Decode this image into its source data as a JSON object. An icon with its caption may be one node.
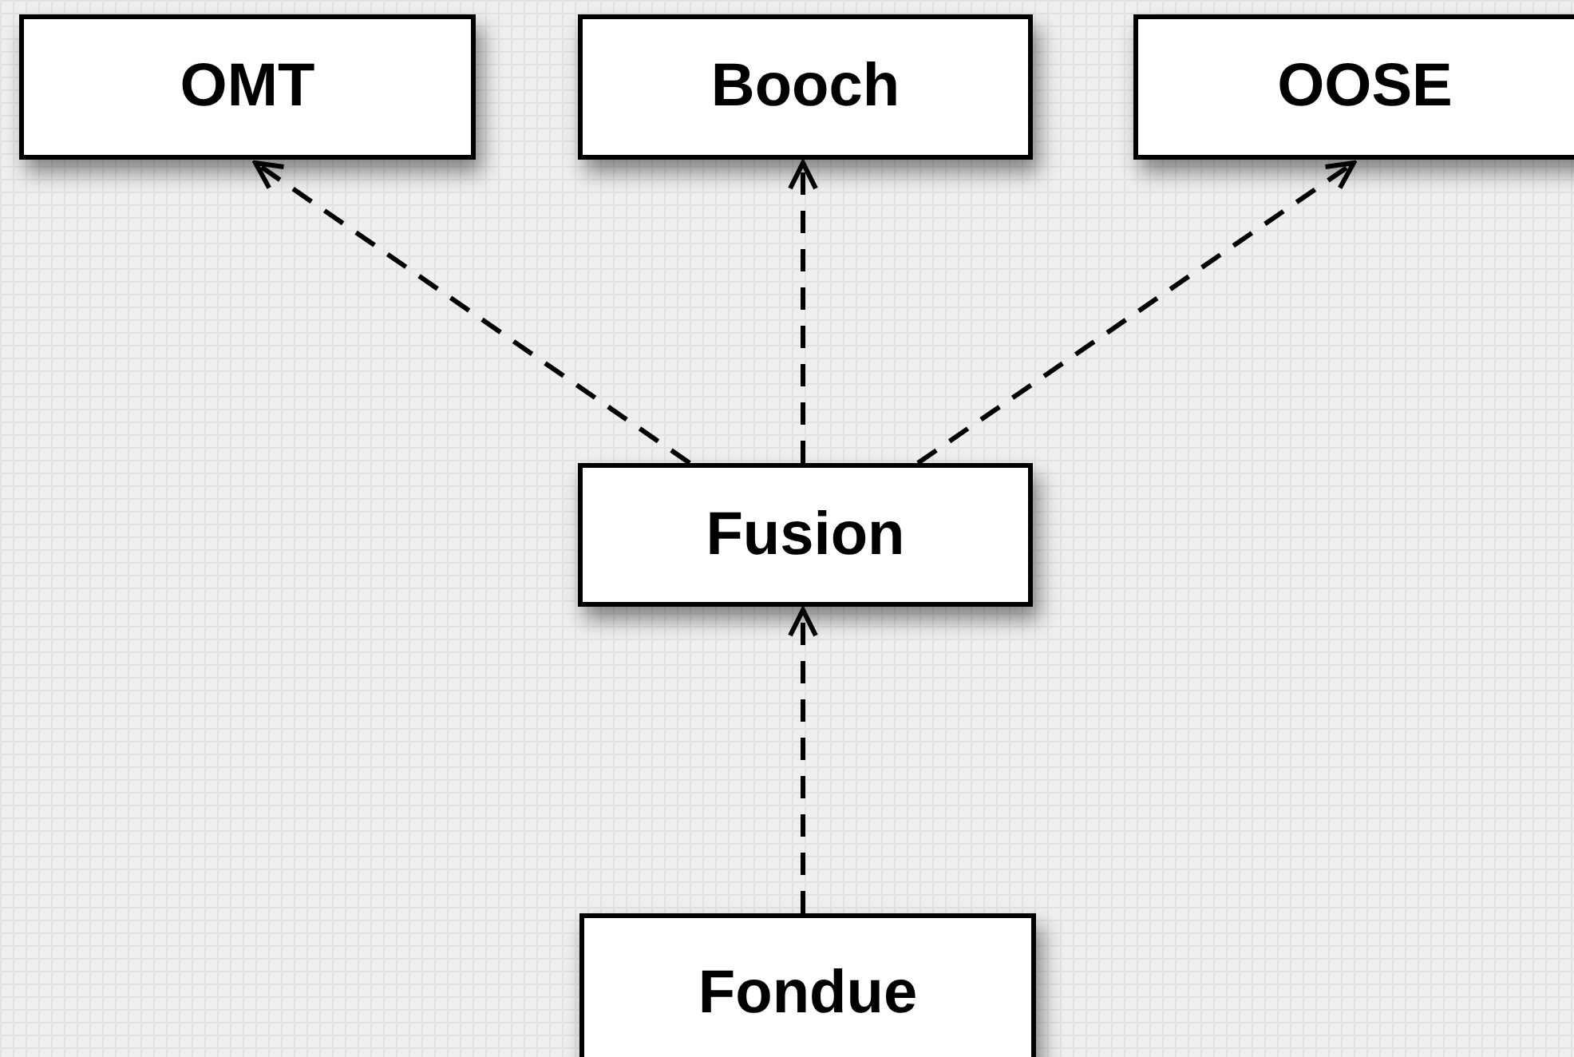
{
  "diagram": {
    "nodes": [
      {
        "text": [
          "OMT"
        ]
      },
      {
        "text": [
          "Booch"
        ]
      },
      {
        "text": [
          "OOSE"
        ]
      },
      {
        "text": [
          "Fusion"
        ]
      },
      {
        "text": [
          "Fondue"
        ]
      }
    ],
    "edges": [
      {
        "from": 3,
        "to": 0,
        "arrow": "to",
        "style": "dashed"
      },
      {
        "from": 3,
        "to": 1,
        "arrow": "to",
        "style": "dashed"
      },
      {
        "from": 3,
        "to": 2,
        "arrow": "to",
        "style": "dashed"
      },
      {
        "from": 4,
        "to": 3,
        "arrow": "to",
        "style": "dashed"
      }
    ]
  }
}
